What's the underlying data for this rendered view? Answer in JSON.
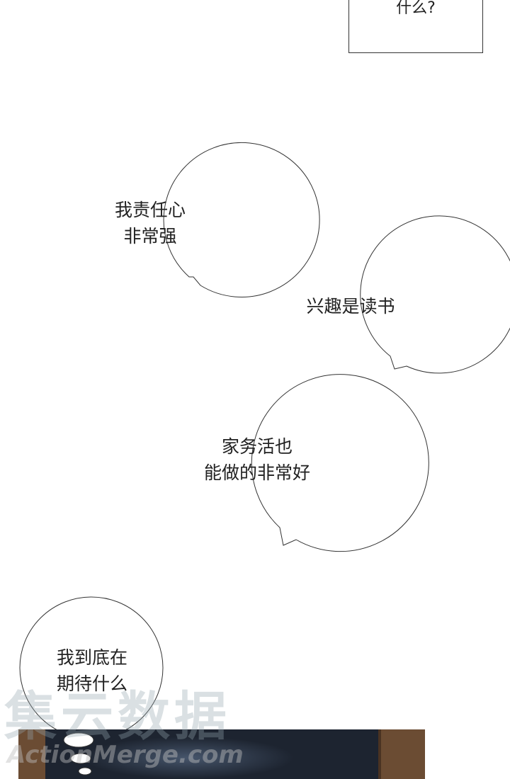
{
  "caption": {
    "text": "什么?"
  },
  "bubbles": [
    {
      "id": "responsibility",
      "text": "我责任心\n非常强"
    },
    {
      "id": "hobby",
      "text": "兴趣是读书"
    },
    {
      "id": "housework",
      "text": "家务活也\n能做的非常好"
    },
    {
      "id": "thought",
      "text": "我到底在\n期待什么"
    }
  ],
  "watermark": {
    "main": "集云数据",
    "sub": "ActionMerge.com"
  }
}
